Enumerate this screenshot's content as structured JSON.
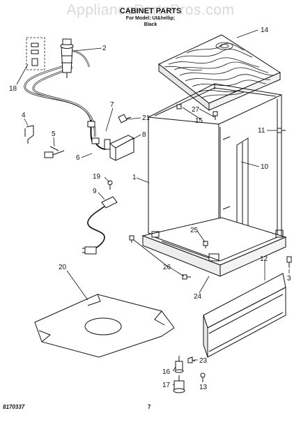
{
  "header": {
    "watermark": "AppliancePartsPros.com",
    "title": "CABINET PARTS",
    "model_line": "For Model: UI&hellip;",
    "color_line": "Black"
  },
  "callouts": {
    "c1": "1",
    "c2": "2",
    "c3": "3",
    "c4": "4",
    "c5": "5",
    "c6": "6",
    "c7": "7",
    "c8": "8",
    "c9": "9",
    "c10": "10",
    "c11": "11",
    "c12": "12",
    "c13": "13",
    "c14": "14",
    "c15": "15",
    "c16": "16",
    "c17": "17",
    "c18": "18",
    "c19": "19",
    "c20": "20",
    "c21": "21",
    "c23": "23",
    "c24": "24",
    "c25": "25",
    "c26": "26",
    "c27": "27"
  },
  "footer": {
    "code": "8170337",
    "page": "7"
  }
}
